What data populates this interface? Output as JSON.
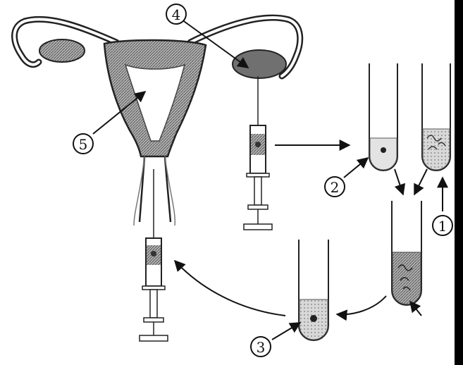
{
  "diagram": {
    "labels": [
      {
        "id": "1",
        "text": "1"
      },
      {
        "id": "2",
        "text": "2"
      },
      {
        "id": "3",
        "text": "3"
      },
      {
        "id": "4",
        "text": "4"
      },
      {
        "id": "5",
        "text": "5"
      }
    ],
    "colors": {
      "ink": "#1a1a1a",
      "tissue": "#9a9a9a",
      "ovary": "#6e6e6e",
      "liquid": "#cfcfcf",
      "dark_liquid": "#8c8c8c"
    }
  }
}
